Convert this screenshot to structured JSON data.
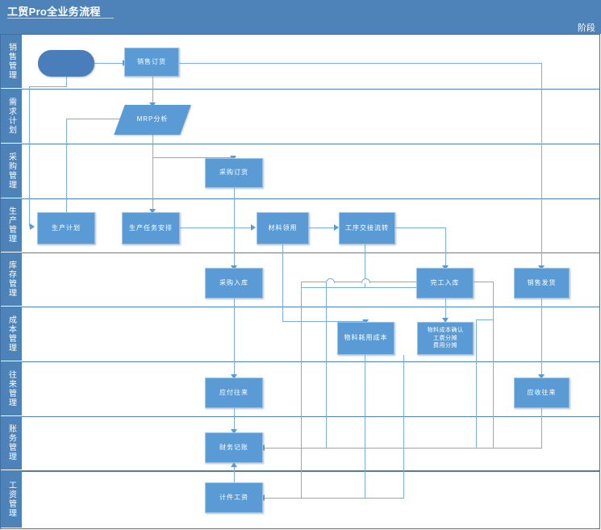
{
  "header": {
    "title": "工贸Pro全业务流程",
    "stage_label": "阶段"
  },
  "lanes": [
    {
      "id": "sales",
      "label": "销售管理"
    },
    {
      "id": "demand",
      "label": "需求计划"
    },
    {
      "id": "purchase",
      "label": "采购管理"
    },
    {
      "id": "production",
      "label": "生产管理"
    },
    {
      "id": "inventory",
      "label": "库存管理"
    },
    {
      "id": "cost",
      "label": "成本管理"
    },
    {
      "id": "ar_ap",
      "label": "往来管理"
    },
    {
      "id": "accounting",
      "label": "账务管理"
    },
    {
      "id": "payroll",
      "label": "工资管理"
    }
  ],
  "nodes": {
    "start": {
      "label": "",
      "shape": "rounded",
      "lane": "sales"
    },
    "sales_order": {
      "label": "销售订货",
      "shape": "rect",
      "lane": "sales"
    },
    "mrp": {
      "label": "MRP分析",
      "shape": "parallelogram",
      "lane": "demand"
    },
    "purchase_order": {
      "label": "采购订货",
      "shape": "rect",
      "lane": "purchase"
    },
    "production_plan": {
      "label": "生产计划",
      "shape": "rect",
      "lane": "production"
    },
    "task_schedule": {
      "label": "生产任务安排",
      "shape": "rect",
      "lane": "production"
    },
    "material_issue": {
      "label": "材料领用",
      "shape": "rect",
      "lane": "production"
    },
    "process_transfer": {
      "label": "工序交接流转",
      "shape": "rect",
      "lane": "production"
    },
    "purchase_in": {
      "label": "采购入库",
      "shape": "rect",
      "lane": "inventory"
    },
    "finish_in": {
      "label": "完工入库",
      "shape": "rect",
      "lane": "inventory"
    },
    "sales_out": {
      "label": "销售发货",
      "shape": "rect",
      "lane": "inventory"
    },
    "material_cost": {
      "label": "物料耗用成本",
      "shape": "rect",
      "lane": "cost"
    },
    "cost_confirm": {
      "label": "物料成本确认\n工费分摊\n费用分摊",
      "shape": "rect",
      "lane": "cost"
    },
    "payable": {
      "label": "应付往来",
      "shape": "rect",
      "lane": "ar_ap"
    },
    "receivable": {
      "label": "应收往来",
      "shape": "rect",
      "lane": "ar_ap"
    },
    "bookkeeping": {
      "label": "财务记账",
      "shape": "rect",
      "lane": "accounting"
    },
    "piece_wage": {
      "label": "计件工资",
      "shape": "rect",
      "lane": "payroll"
    }
  },
  "colors": {
    "header_blue": "#4d83b8",
    "node_blue": "#5b9bd5",
    "node_border": "#9dc3e6",
    "start_blue": "#4a7ebb",
    "connector": "#7eaedd",
    "lane_sep": "#4d83b8",
    "frame": "#3f6fa3",
    "canvas": "#ffffff"
  }
}
